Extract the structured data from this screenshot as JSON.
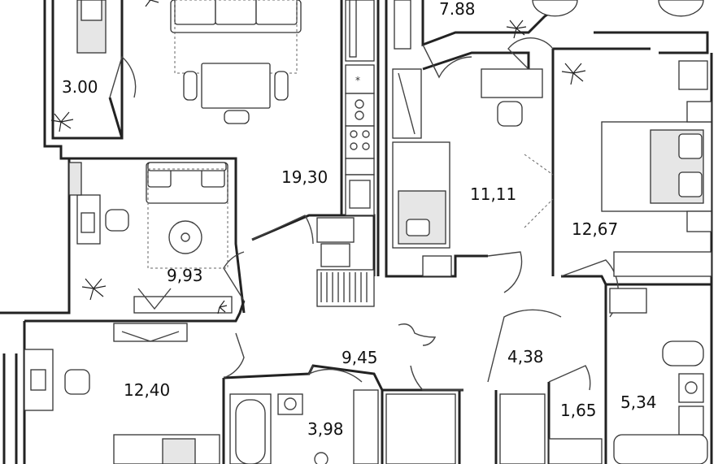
{
  "rooms": [
    {
      "id": "balcony-left",
      "area": "3.00"
    },
    {
      "id": "balcony-top",
      "area": "7.88"
    },
    {
      "id": "living-kitchen",
      "area": "19,30"
    },
    {
      "id": "bedroom-middle",
      "area": "11,11"
    },
    {
      "id": "bedroom-right",
      "area": "12,67"
    },
    {
      "id": "study-room",
      "area": "9,93"
    },
    {
      "id": "hallway",
      "area": "9,45"
    },
    {
      "id": "corridor",
      "area": "4,38"
    },
    {
      "id": "bedroom-bottom-left",
      "area": "12,40"
    },
    {
      "id": "bathroom-small",
      "area": "3,98"
    },
    {
      "id": "closet",
      "area": "1,65"
    },
    {
      "id": "bathroom-right",
      "area": "5,34"
    }
  ]
}
